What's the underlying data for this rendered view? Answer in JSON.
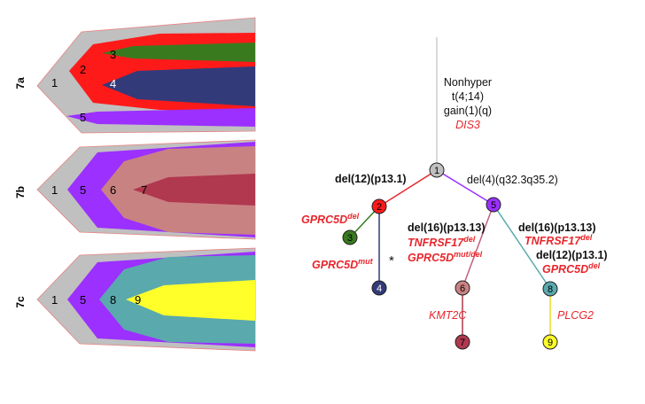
{
  "fish_panels": [
    {
      "label": "7a",
      "clones": [
        {
          "id": "1",
          "color": "#c0c0c0"
        },
        {
          "id": "2",
          "color": "#ff1a1a"
        },
        {
          "id": "3",
          "color": "#3a7a1e"
        },
        {
          "id": "4",
          "color": "#333a7a"
        },
        {
          "id": "5",
          "color": "#9b30ff"
        }
      ]
    },
    {
      "label": "7b",
      "clones": [
        {
          "id": "1",
          "color": "#c0c0c0"
        },
        {
          "id": "5",
          "color": "#9b30ff"
        },
        {
          "id": "6",
          "color": "#c98282"
        },
        {
          "id": "7",
          "color": "#b0384f"
        }
      ]
    },
    {
      "label": "7c",
      "clones": [
        {
          "id": "1",
          "color": "#c0c0c0"
        },
        {
          "id": "5",
          "color": "#9b30ff"
        },
        {
          "id": "8",
          "color": "#5aa9ad"
        },
        {
          "id": "9",
          "color": "#ffff2a"
        }
      ]
    }
  ],
  "tree": {
    "root_annotation": [
      "Nonhyper",
      "t(4;14)",
      "gain(1)(q)",
      "DIS3"
    ],
    "nodes": [
      {
        "id": "1",
        "color": "#c0c0c0"
      },
      {
        "id": "2",
        "color": "#ff1a1a"
      },
      {
        "id": "3",
        "color": "#3a7a1e"
      },
      {
        "id": "4",
        "color": "#333a7a"
      },
      {
        "id": "5",
        "color": "#9b30ff"
      },
      {
        "id": "6",
        "color": "#c98282"
      },
      {
        "id": "7",
        "color": "#b0384f"
      },
      {
        "id": "8",
        "color": "#5aa9ad"
      },
      {
        "id": "9",
        "color": "#ffff2a"
      }
    ],
    "edges": [
      {
        "from": "1",
        "to": "2",
        "color": "#e8262c"
      },
      {
        "from": "1",
        "to": "5",
        "color": "#9b30ff"
      },
      {
        "from": "2",
        "to": "3",
        "color": "#3a7a1e"
      },
      {
        "from": "2",
        "to": "4",
        "color": "#333a7a"
      },
      {
        "from": "5",
        "to": "6",
        "color": "#c06080"
      },
      {
        "from": "5",
        "to": "8",
        "color": "#5aa9ad"
      },
      {
        "from": "6",
        "to": "7",
        "color": "#b0384f"
      },
      {
        "from": "8",
        "to": "9",
        "color": "#e8e020"
      }
    ],
    "labels": {
      "edge_1_2": "del(12)(p13.1)",
      "edge_1_5": "del(4)(q32.3q35.2)",
      "node2_gene": "GPRC5D",
      "node2_sup": "del",
      "node3_gene": "GPRC5D",
      "node3_sup": "mut",
      "star": "*",
      "edge_5_6_a": "del(16)(p13.13)",
      "edge_5_6_b_gene": "TNFRSF17",
      "edge_5_6_b_sup": "del",
      "edge_5_6_c_gene": "GPRC5D",
      "edge_5_6_c_sup": "mut/del",
      "edge_5_8_a": "del(16)(p13.13)",
      "edge_5_8_b_gene": "TNFRSF17",
      "edge_5_8_b_sup": "del",
      "edge_5_8_c": "del(12)(p13.1)",
      "edge_5_8_d_gene": "GPRC5D",
      "edge_5_8_d_sup": "del",
      "edge_6_7": "KMT2C",
      "edge_8_9": "PLCG2"
    }
  }
}
